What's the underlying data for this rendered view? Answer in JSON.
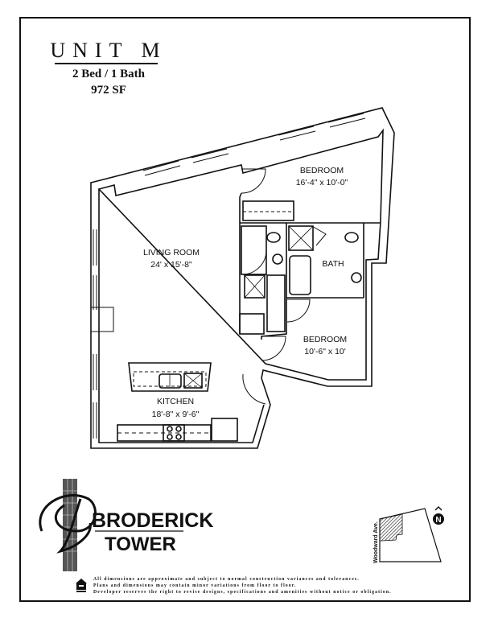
{
  "unit": {
    "title": "UNIT M",
    "beds_baths": "2 Bed / 1 Bath",
    "area": "972 SF"
  },
  "rooms": [
    {
      "name": "BEDROOM",
      "size": "16'-4\" x 10'-0\""
    },
    {
      "name": "LIVING ROOM",
      "size": "24' x 15'-8\""
    },
    {
      "name": "BATH",
      "size": ""
    },
    {
      "name": "BEDROOM",
      "size": "10'-6\" x 10'"
    },
    {
      "name": "KITCHEN",
      "size": "18'-8\" x 9'-6\""
    }
  ],
  "logo": {
    "line1": "BRODERICK",
    "line2": "TOWER"
  },
  "site_map": {
    "street": "Woodward Ave.",
    "north": "N"
  },
  "disclaimer": [
    "All dimensions are approximate and subject to normal construction variances and tolerances.",
    "Plans and dimensions may contain minor variations from floor to floor.",
    "Developer reserves the right to revise designs, specifications and amenities without notice or obligation."
  ]
}
